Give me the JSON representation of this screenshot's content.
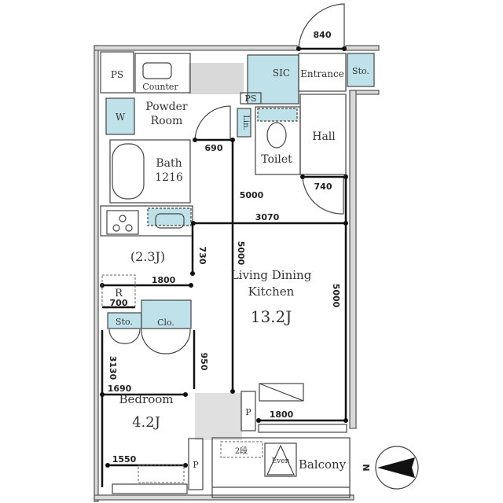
{
  "rooms": {
    "ps_top_left": "PS",
    "counter": "Counter",
    "washer": "W",
    "powder_room": [
      "Powder",
      "Room"
    ],
    "bath": [
      "Bath",
      "1216"
    ],
    "kitchen_size": "(2.3J)",
    "reserve": "R",
    "storage_left": "Sto.",
    "closet": "Clo.",
    "bedroom": "Bedroom",
    "bedroom_size": "4.2J",
    "sic": "SIC",
    "entrance": "Entrance",
    "storage_entrance": "Sto.",
    "ps_center": "PS",
    "linen": "Lin.",
    "toilet": "Toilet",
    "hall": "Hall",
    "ldk": [
      "Living Dining",
      "Kitchen"
    ],
    "ldk_size": "13.2J",
    "pipe_1": "P",
    "pipe_2": "P",
    "balcony": "Balcony",
    "evac_hatch": "Even",
    "ladder": "2段"
  },
  "dimensions": {
    "entrance_door": "840",
    "powder_door": "690",
    "hall_door": "740",
    "ldk_height_label": "5000",
    "ldk_height_vertical": "5000",
    "ldk_right": "5000",
    "ldk_width": "3070",
    "kitchen_depth": "730",
    "kitchen_width": "1800",
    "reserve_width": "700",
    "bedroom_depth": "3130",
    "bedroom_door": "950",
    "bedroom_width": "1690",
    "bedroom_window": "1550",
    "ldk_window": "1800"
  },
  "compass": {
    "label": "N"
  }
}
